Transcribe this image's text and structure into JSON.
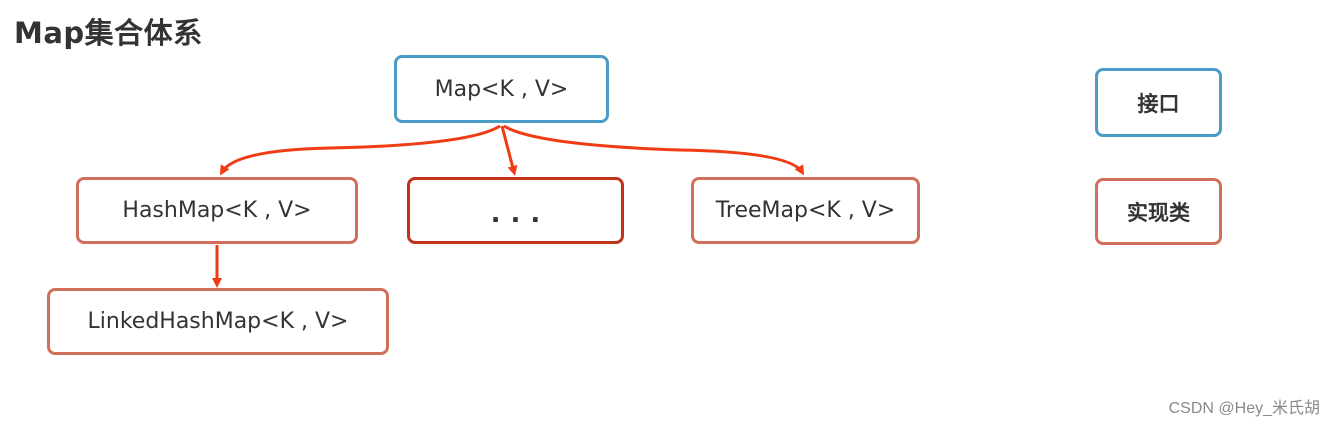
{
  "title": "Map集合体系",
  "nodes": {
    "map": "Map<K , V>",
    "hashmap": "HashMap<K , V>",
    "others": "...",
    "treemap": "TreeMap<K , V>",
    "linkedhashmap": "LinkedHashMap<K , V>"
  },
  "legend": {
    "interface_label": "接口",
    "implementation_label": "实现类"
  },
  "colors": {
    "interface_border": "#4a9cc6",
    "implementation_border": "#d0705a",
    "arrow": "#f03c14"
  },
  "watermark": "CSDN @Hey_米氏胡"
}
